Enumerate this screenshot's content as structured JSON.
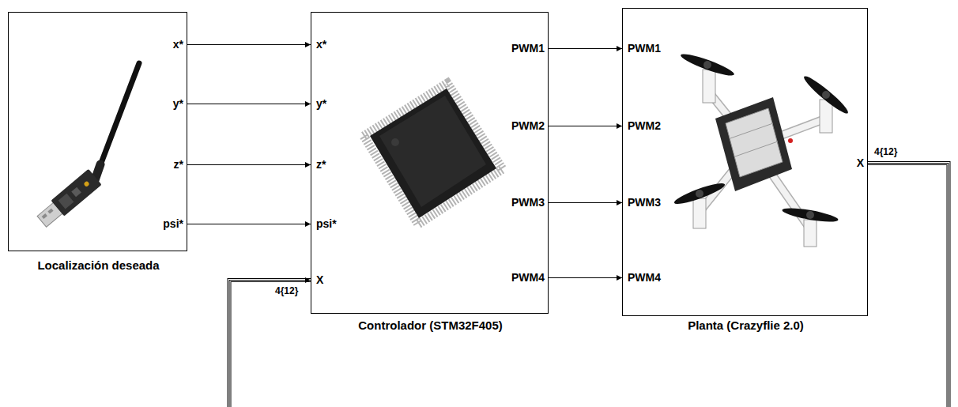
{
  "diagram": {
    "nodes": [
      {
        "text": [
          "x*",
          "y*",
          "z*",
          "psi*",
          "Localización deseada"
        ]
      },
      {
        "text": [
          "x*",
          "y*",
          "z*",
          "psi*",
          "X",
          "PWM1",
          "PWM2",
          "PWM3",
          "PWM4",
          "Controlador (STM32F405)"
        ]
      },
      {
        "text": [
          "PWM1",
          "PWM2",
          "PWM3",
          "PWM4",
          "X",
          "Planta (Crazyflie 2.0)"
        ]
      }
    ],
    "edges": [
      {
        "from": 0,
        "to": 1,
        "arrow": "to"
      },
      {
        "from": 0,
        "to": 1,
        "arrow": "to"
      },
      {
        "from": 0,
        "to": 1,
        "arrow": "to"
      },
      {
        "from": 0,
        "to": 1,
        "arrow": "to"
      },
      {
        "from": 1,
        "to": 2,
        "arrow": "to"
      },
      {
        "from": 1,
        "to": 2,
        "arrow": "to"
      },
      {
        "from": 1,
        "to": 2,
        "arrow": "to"
      },
      {
        "from": 1,
        "to": 2,
        "arrow": "to"
      },
      {
        "from": 2,
        "to": 1,
        "arrow": "to"
      }
    ],
    "labels": [
      "4{12}",
      "4{12}"
    ]
  }
}
